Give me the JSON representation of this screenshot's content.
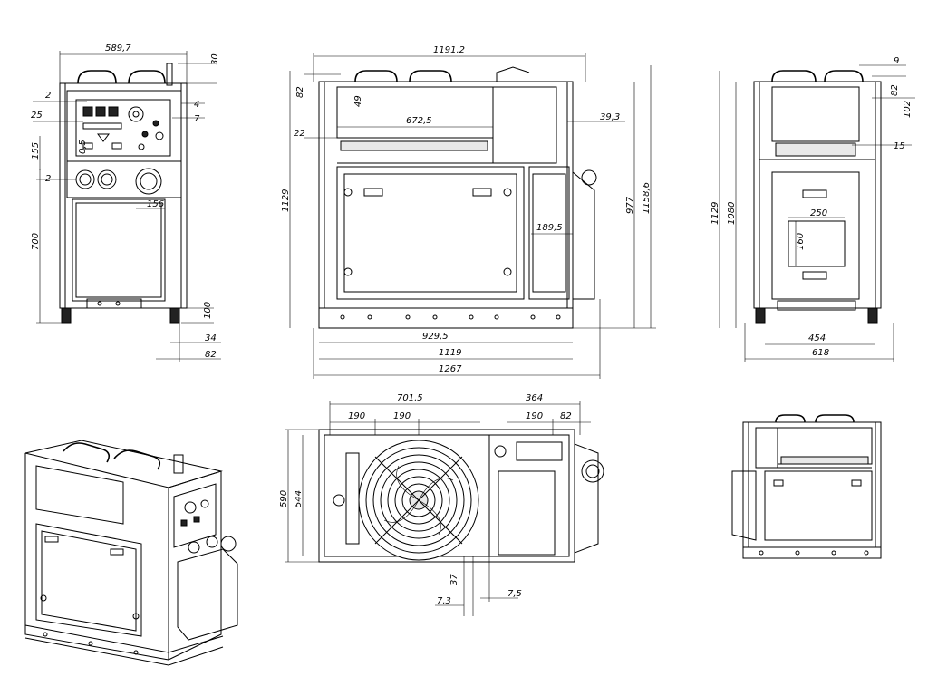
{
  "drawing": {
    "front_view": {
      "dims": {
        "width": "589,7",
        "top_offset": "30",
        "d_2a": "2",
        "d_4": "4",
        "d_25": "25",
        "d_7": "7",
        "d_155": "155",
        "d_05": "0,5",
        "d_2b": "2",
        "d_156": "156",
        "height": "700",
        "d_100": "100",
        "d_34": "34",
        "d_82": "82"
      }
    },
    "side_view": {
      "dims": {
        "width": "1191,2",
        "d_82": "82",
        "d_49": "49",
        "d_672": "672,5",
        "d_39": "39,3",
        "d_22": "22",
        "d_1129": "1129",
        "d_1895": "189,5",
        "d_977": "977",
        "d_1158": "1158,6",
        "d_929": "929,5",
        "d_1119": "1119",
        "d_1267": "1267"
      }
    },
    "rear_view": {
      "dims": {
        "d_9": "9",
        "d_82": "82",
        "d_102": "102",
        "d_15": "15",
        "d_1129": "1129",
        "d_1080": "1080",
        "d_250": "250",
        "d_160": "160",
        "d_454": "454",
        "d_618": "618"
      }
    },
    "top_view": {
      "dims": {
        "d_7015": "701,5",
        "d_364": "364",
        "d_190a": "190",
        "d_190b": "190",
        "d_190c": "190",
        "d_82": "82",
        "d_590": "590",
        "d_544": "544",
        "d_37": "37",
        "d_73": "7,3",
        "d_75": "7,5"
      }
    }
  },
  "icons": [
    "fan-icon",
    "gauge-icon",
    "socket-icon"
  ]
}
